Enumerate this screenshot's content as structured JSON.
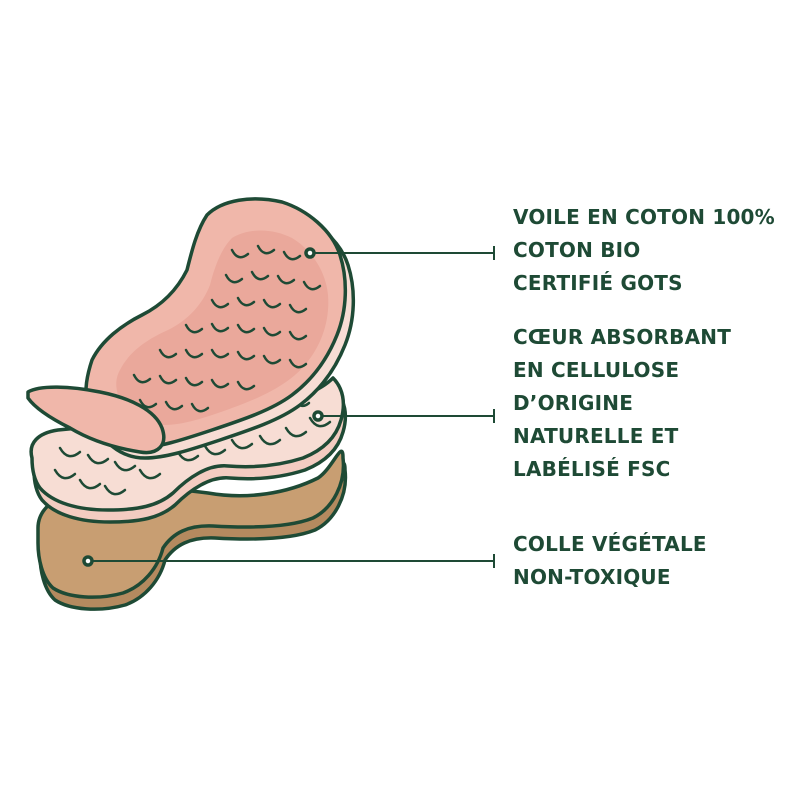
{
  "colors": {
    "outline": "#1e4a35",
    "top_layer": "#f0b7aa",
    "top_layer_inner": "#eaa89b",
    "middle_layer": "#f7ddd4",
    "bottom_layer": "#c89e72",
    "background": "#ffffff"
  },
  "labels": [
    {
      "id": "top",
      "lines": [
        "VOILE EN COTON 100%",
        "COTON BIO",
        "CERTIFIÉ GOTS"
      ]
    },
    {
      "id": "middle",
      "lines": [
        "CŒUR ABSORBANT",
        "EN CELLULOSE",
        "D’ORIGINE",
        "NATURELLE ET",
        "LABÉLISÉ FSC"
      ]
    },
    {
      "id": "bottom",
      "lines": [
        "COLLE VÉGÉTALE",
        "NON-TOXIQUE"
      ]
    }
  ]
}
